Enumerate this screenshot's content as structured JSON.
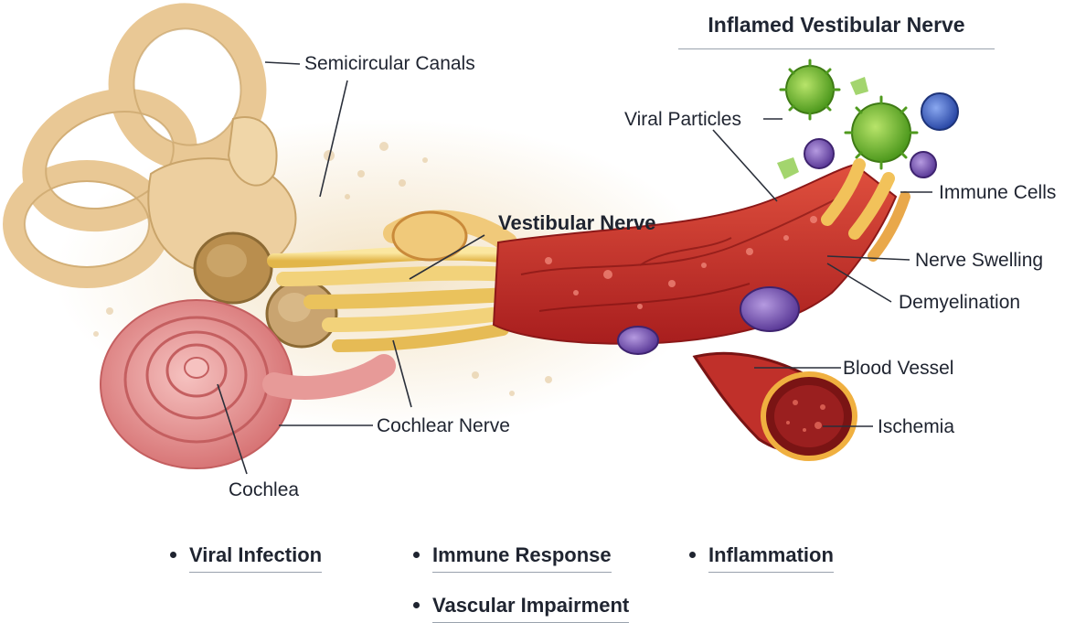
{
  "title": "Inflamed Vestibular Nerve",
  "labels": {
    "semicircular_canals": "Semicircular Canals",
    "viral_particles": "Viral Particles",
    "vestibular_nerve": "Vestibular Nerve",
    "immune_cells": "Immune Cells",
    "nerve_swelling": "Nerve Swelling",
    "demyelination": "Demyelination",
    "blood_vessel": "Blood Vessel",
    "ischemia": "Ischemia",
    "cochlear_nerve": "Cochlear Nerve",
    "cochlea": "Cochlea"
  },
  "bullets": [
    "Viral Infection",
    "Immune Response",
    "Inflammation",
    "Vascular Impairment"
  ],
  "colors": {
    "bone": "#efd5aa",
    "nerve_yellow": "#f3d577",
    "inflamed_red": "#c8322c",
    "cochlea_pink": "#e79a98",
    "virus_green": "#7cbf3a",
    "immune_purple": "#7a55b5",
    "immune_blue": "#3a5fc4"
  }
}
